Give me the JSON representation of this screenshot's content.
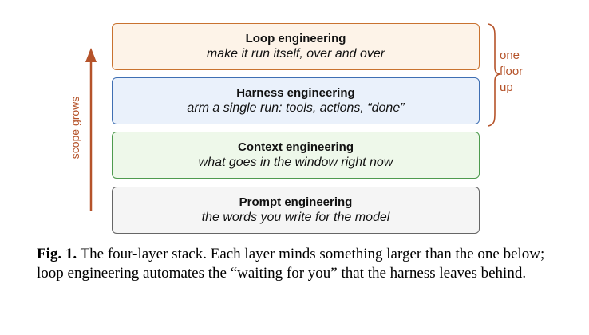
{
  "colors": {
    "accent": "#b5532a",
    "loop_border": "#c9722f",
    "loop_fill": "#fdf3e8",
    "harness_border": "#3f6fb3",
    "harness_fill": "#eaf1fb",
    "context_border": "#4e9b4e",
    "context_fill": "#eef8ea",
    "prompt_border": "#666666",
    "prompt_fill": "#f5f5f5"
  },
  "layers": [
    {
      "title": "Loop engineering",
      "subtitle": "make it run itself, over and over"
    },
    {
      "title": "Harness engineering",
      "subtitle": "arm a single run: tools, actions, “done”"
    },
    {
      "title": "Context engineering",
      "subtitle": "what goes in the window right now"
    },
    {
      "title": "Prompt engineering",
      "subtitle": "the words you write for the model"
    }
  ],
  "axis": {
    "label": "scope grows"
  },
  "brace": {
    "lines": [
      "one",
      "floor",
      "up"
    ]
  },
  "caption": {
    "label": "Fig. 1.",
    "text": "The four-layer stack. Each layer minds something larger than the one below; loop engineering automates the “waiting for you” that the harness leaves behind."
  }
}
